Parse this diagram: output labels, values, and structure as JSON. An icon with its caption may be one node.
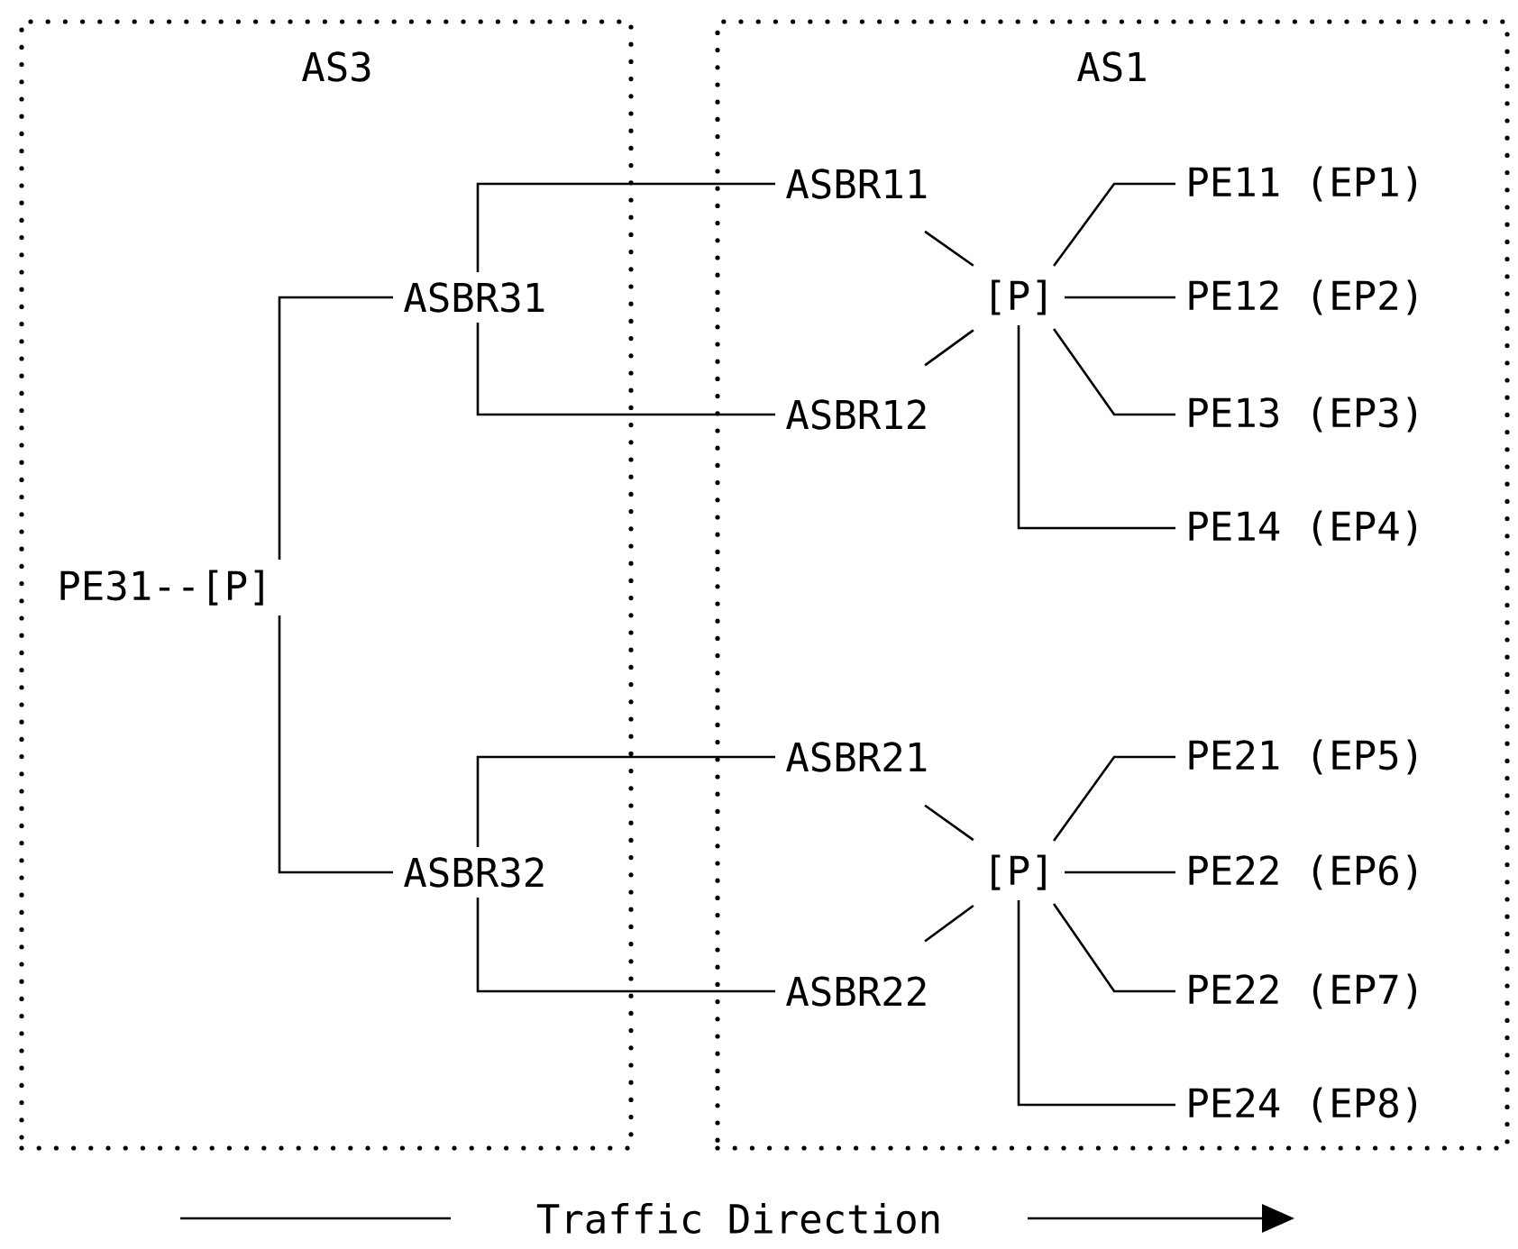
{
  "diagram": {
    "nodes": [
      {
        "text": [
          "AS3"
        ]
      },
      {
        "text": [
          "AS1"
        ]
      },
      {
        "text": [
          "PE31--[P]"
        ],
        "in": 0
      },
      {
        "text": [
          "ASBR31"
        ],
        "in": 0
      },
      {
        "text": [
          "ASBR32"
        ],
        "in": 0
      },
      {
        "text": [
          "ASBR11"
        ],
        "in": 1
      },
      {
        "text": [
          "ASBR12"
        ],
        "in": 1
      },
      {
        "text": [
          "[P]"
        ],
        "in": 1
      },
      {
        "text": [
          "PE11 (EP1)"
        ],
        "in": 1
      },
      {
        "text": [
          "PE12 (EP2)"
        ],
        "in": 1
      },
      {
        "text": [
          "PE13 (EP3)"
        ],
        "in": 1
      },
      {
        "text": [
          "PE14 (EP4)"
        ],
        "in": 1
      },
      {
        "text": [
          "ASBR21"
        ],
        "in": 1
      },
      {
        "text": [
          "ASBR22"
        ],
        "in": 1
      },
      {
        "text": [
          "[P]"
        ],
        "in": 1
      },
      {
        "text": [
          "PE21 (EP5)"
        ],
        "in": 1
      },
      {
        "text": [
          "PE22 (EP6)"
        ],
        "in": 1
      },
      {
        "text": [
          "PE22 (EP7)"
        ],
        "in": 1
      },
      {
        "text": [
          "PE24 (EP8)"
        ],
        "in": 1
      }
    ],
    "edges": [
      {
        "from": 2,
        "to": 3,
        "arrow": "none"
      },
      {
        "from": 2,
        "to": 4,
        "arrow": "none"
      },
      {
        "from": 3,
        "to": 5,
        "arrow": "none"
      },
      {
        "from": 3,
        "to": 6,
        "arrow": "none"
      },
      {
        "from": 5,
        "to": 7,
        "arrow": "none"
      },
      {
        "from": 6,
        "to": 7,
        "arrow": "none"
      },
      {
        "from": 7,
        "to": 8,
        "arrow": "none"
      },
      {
        "from": 7,
        "to": 9,
        "arrow": "none"
      },
      {
        "from": 7,
        "to": 10,
        "arrow": "none"
      },
      {
        "from": 7,
        "to": 11,
        "arrow": "none"
      },
      {
        "from": 4,
        "to": 12,
        "arrow": "none"
      },
      {
        "from": 4,
        "to": 13,
        "arrow": "none"
      },
      {
        "from": 12,
        "to": 14,
        "arrow": "none"
      },
      {
        "from": 13,
        "to": 14,
        "arrow": "none"
      },
      {
        "from": 14,
        "to": 15,
        "arrow": "none"
      },
      {
        "from": 14,
        "to": 16,
        "arrow": "none"
      },
      {
        "from": 14,
        "to": 17,
        "arrow": "none"
      },
      {
        "from": 14,
        "to": 18,
        "arrow": "none"
      }
    ],
    "labels": [
      "Traffic Direction"
    ]
  }
}
